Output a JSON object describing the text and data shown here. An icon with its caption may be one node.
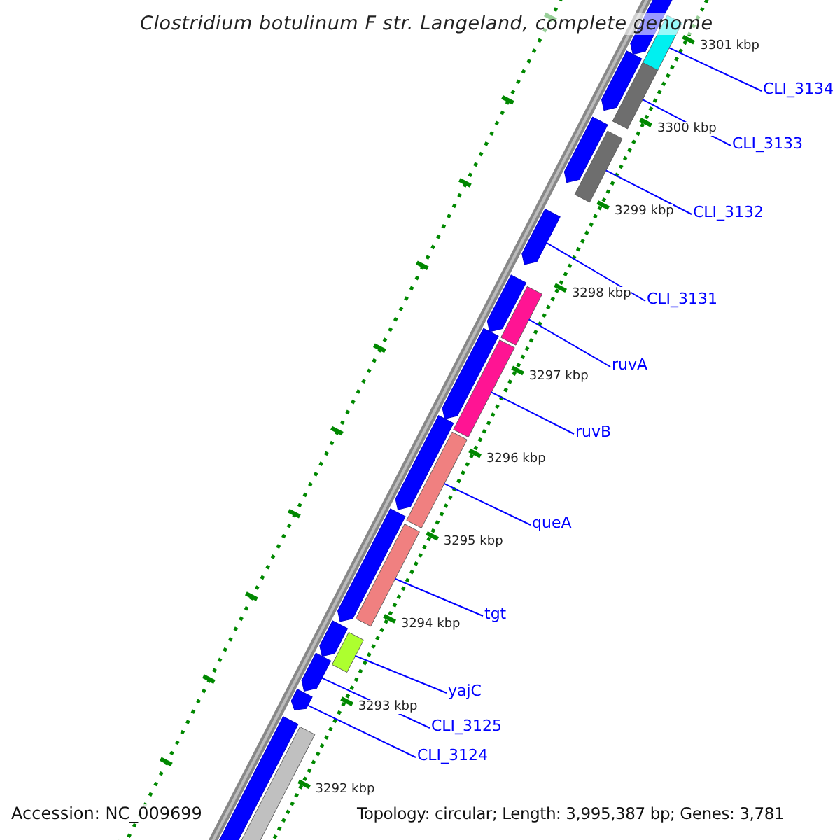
{
  "diagram": {
    "title": "Clostridium botulinum F str. Langeland, complete genome",
    "nodes": [
      {
        "text": [
          "CLI_3134"
        ]
      },
      {
        "text": [],
        "shape": "bar"
      },
      {
        "text": [
          "CLI_3133"
        ]
      },
      {
        "text": [],
        "shape": "bar"
      },
      {
        "text": [
          "CLI_3132"
        ]
      },
      {
        "text": [],
        "shape": "bar"
      },
      {
        "text": [
          "CLI_3131"
        ]
      },
      {
        "text": [],
        "shape": "pentagon"
      },
      {
        "text": [
          "ruvA"
        ]
      },
      {
        "text": [],
        "shape": "bar"
      },
      {
        "text": [
          "ruvB"
        ]
      },
      {
        "text": [],
        "shape": "bar"
      },
      {
        "text": [
          "queA"
        ]
      },
      {
        "text": [],
        "shape": "bar"
      },
      {
        "text": [
          "tgt"
        ]
      },
      {
        "text": [],
        "shape": "bar"
      },
      {
        "text": [
          "yajC"
        ]
      },
      {
        "text": [],
        "shape": "bar"
      },
      {
        "text": [
          "CLI_3125"
        ]
      },
      {
        "text": [],
        "shape": "pentagon"
      },
      {
        "text": [
          "CLI_3124"
        ]
      },
      {
        "text": [],
        "shape": "pentagon"
      },
      {
        "text": [],
        "shape": "pentagon"
      },
      {
        "text": [],
        "shape": "pentagon"
      },
      {
        "text": [],
        "shape": "pentagon"
      },
      {
        "text": [],
        "shape": "pentagon"
      },
      {
        "text": [],
        "shape": "pentagon"
      },
      {
        "text": [],
        "shape": "pentagon"
      },
      {
        "text": [],
        "shape": "pentagon"
      },
      {
        "text": [],
        "shape": "pentagon"
      },
      {
        "text": [],
        "shape": "pentagon"
      },
      {
        "text": [],
        "shape": "bar"
      }
    ],
    "edges": [
      {
        "from": 0,
        "to": 1,
        "arrow": "none"
      },
      {
        "from": 2,
        "to": 3,
        "arrow": "none"
      },
      {
        "from": 4,
        "to": 5,
        "arrow": "none"
      },
      {
        "from": 6,
        "to": 7,
        "arrow": "none"
      },
      {
        "from": 8,
        "to": 9,
        "arrow": "none"
      },
      {
        "from": 10,
        "to": 11,
        "arrow": "none"
      },
      {
        "from": 12,
        "to": 13,
        "arrow": "none"
      },
      {
        "from": 14,
        "to": 15,
        "arrow": "none"
      },
      {
        "from": 16,
        "to": 17,
        "arrow": "none"
      },
      {
        "from": 18,
        "to": 19,
        "arrow": "none"
      },
      {
        "from": 20,
        "to": 21,
        "arrow": "none"
      }
    ],
    "labels": [
      "3301 kbp",
      "3300 kbp",
      "3299 kbp",
      "3298 kbp",
      "3297 kbp",
      "3296 kbp",
      "3295 kbp",
      "3294 kbp",
      "3293 kbp",
      "3292 kbp",
      "Accession: NC_009699",
      "Topology: circular; Length: 3,995,387 bp; Genes: 3,781"
    ]
  }
}
